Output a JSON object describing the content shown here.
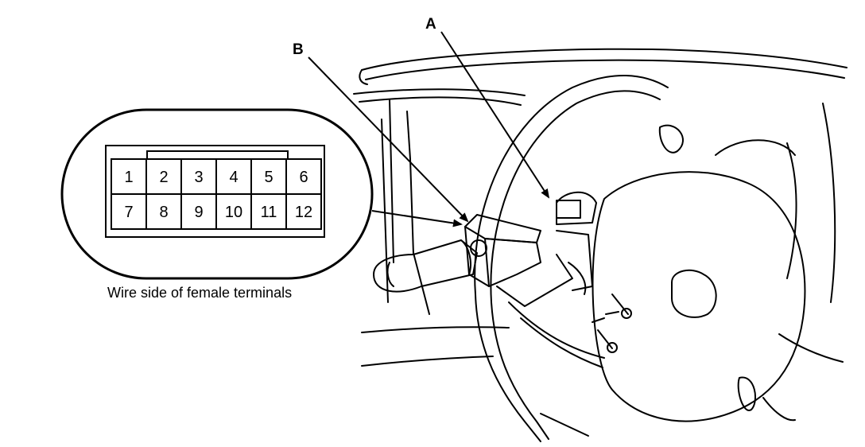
{
  "labels": {
    "a": "A",
    "b": "B"
  },
  "connector": {
    "caption": "Wire side of female terminals",
    "top_row": [
      "1",
      "2",
      "3",
      "4",
      "5",
      "6"
    ],
    "bottom_row": [
      "7",
      "8",
      "9",
      "10",
      "11",
      "12"
    ]
  },
  "colors": {
    "line": "#000000",
    "background": "#ffffff"
  }
}
